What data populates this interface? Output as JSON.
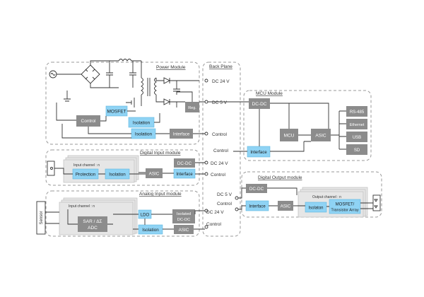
{
  "power_module": {
    "title": "Power Module",
    "control": "Control",
    "mosfet": "MOSFET",
    "isolation_a": "Isolation",
    "isolation_b": "Isolation",
    "interface": "Interface",
    "reg": "Reg."
  },
  "back_plane": {
    "title": "Back Plane",
    "dc24": "DC 24 V",
    "dc5": "DC 5 V",
    "control": "Control"
  },
  "mcu_module": {
    "title": "MCU Module",
    "dcdc": "DC-DC",
    "mcu": "MCU",
    "asic": "ASIC",
    "rs485": "RS-485",
    "ethernet": "Ethernet",
    "usb": "USB",
    "sd": "SD",
    "interface": "Interface",
    "control_in": "Control"
  },
  "digital_input": {
    "title": "Digital Input module",
    "channel": "Input channel : n",
    "protection": "Protection",
    "isolation": "Isolation",
    "asic": "ASIC",
    "dcdc": "DC-DC",
    "interface": "Interface",
    "dc24": "DC 24 V",
    "control": "Control"
  },
  "analog_input": {
    "title": "Analog Input module",
    "channel": "Input channel : n",
    "sensor": "Sensor",
    "adc_line1": "SAR / ΔΣ",
    "adc_line2": "ADC",
    "ldo": "LDO",
    "iso_dcdc_line1": "Isolated",
    "iso_dcdc_line2": "DC-DC",
    "isolation": "Isolation",
    "asic": "ASIC",
    "dc24": "DC 24 V",
    "control": "Control"
  },
  "digital_output": {
    "title": "Digital Output module",
    "channel": "Output channel : n",
    "dcdc": "DC-DC",
    "interface": "Interface",
    "asic": "ASIC",
    "isolation": "Isolaton",
    "mosfet_line1": "MOSFET/",
    "mosfet_line2": "Transistor Array",
    "dc5": "DC 5 V",
    "control": "Control"
  },
  "colors": {
    "block_gray": "#8c8c8c",
    "block_blue": "#8fd3f4",
    "dashed_border": "#9a9a9a"
  }
}
